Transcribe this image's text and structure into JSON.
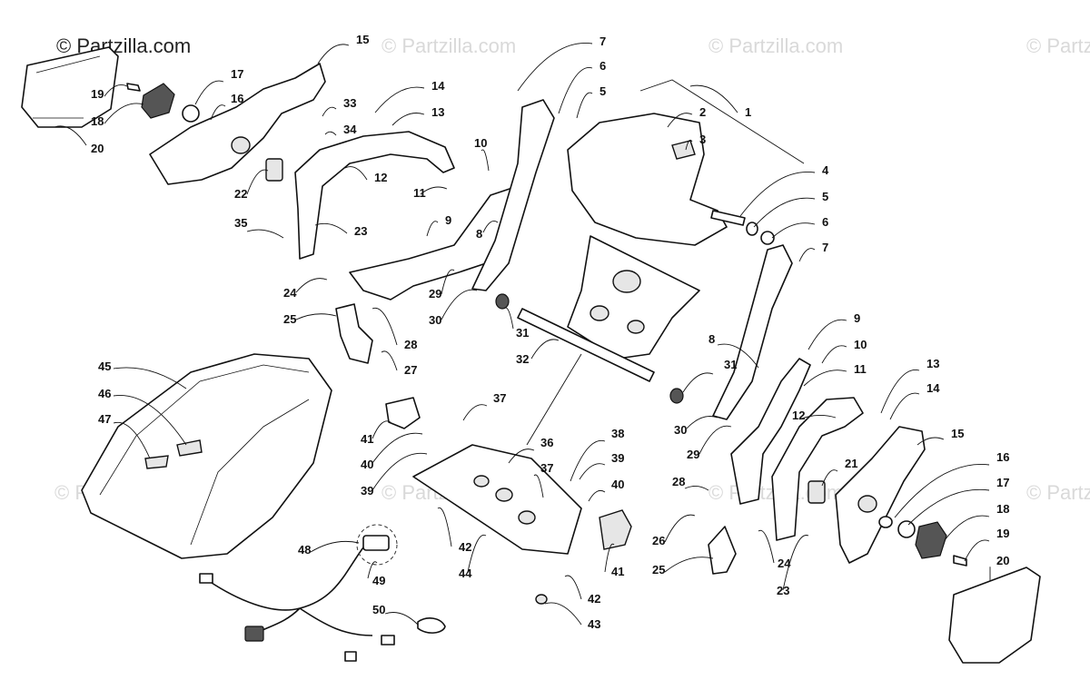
{
  "watermark": {
    "main": "© Partzilla.com",
    "faint": "© Partzilla.com"
  },
  "callouts": [
    {
      "label": "1"
    },
    {
      "label": "2"
    },
    {
      "label": "3"
    },
    {
      "label": "4"
    },
    {
      "label": "5"
    },
    {
      "label": "6"
    },
    {
      "label": "7"
    },
    {
      "label": "5"
    },
    {
      "label": "6"
    },
    {
      "label": "7"
    },
    {
      "label": "8"
    },
    {
      "label": "8"
    },
    {
      "label": "9"
    },
    {
      "label": "9"
    },
    {
      "label": "10"
    },
    {
      "label": "10"
    },
    {
      "label": "11"
    },
    {
      "label": "11"
    },
    {
      "label": "12"
    },
    {
      "label": "12"
    },
    {
      "label": "13"
    },
    {
      "label": "13"
    },
    {
      "label": "14"
    },
    {
      "label": "14"
    },
    {
      "label": "15"
    },
    {
      "label": "15"
    },
    {
      "label": "16"
    },
    {
      "label": "16"
    },
    {
      "label": "17"
    },
    {
      "label": "17"
    },
    {
      "label": "18"
    },
    {
      "label": "18"
    },
    {
      "label": "19"
    },
    {
      "label": "19"
    },
    {
      "label": "20"
    },
    {
      "label": "20"
    },
    {
      "label": "21"
    },
    {
      "label": "22"
    },
    {
      "label": "23"
    },
    {
      "label": "23"
    },
    {
      "label": "24"
    },
    {
      "label": "24"
    },
    {
      "label": "25"
    },
    {
      "label": "25"
    },
    {
      "label": "26"
    },
    {
      "label": "27"
    },
    {
      "label": "28"
    },
    {
      "label": "28"
    },
    {
      "label": "29"
    },
    {
      "label": "29"
    },
    {
      "label": "30"
    },
    {
      "label": "30"
    },
    {
      "label": "31"
    },
    {
      "label": "31"
    },
    {
      "label": "32"
    },
    {
      "label": "33"
    },
    {
      "label": "34"
    },
    {
      "label": "35"
    },
    {
      "label": "36"
    },
    {
      "label": "37"
    },
    {
      "label": "37"
    },
    {
      "label": "38"
    },
    {
      "label": "39"
    },
    {
      "label": "39"
    },
    {
      "label": "40"
    },
    {
      "label": "40"
    },
    {
      "label": "41"
    },
    {
      "label": "41"
    },
    {
      "label": "42"
    },
    {
      "label": "42"
    },
    {
      "label": "43"
    },
    {
      "label": "44"
    },
    {
      "label": "45"
    },
    {
      "label": "46"
    },
    {
      "label": "47"
    },
    {
      "label": "48"
    },
    {
      "label": "49"
    },
    {
      "label": "50"
    }
  ]
}
